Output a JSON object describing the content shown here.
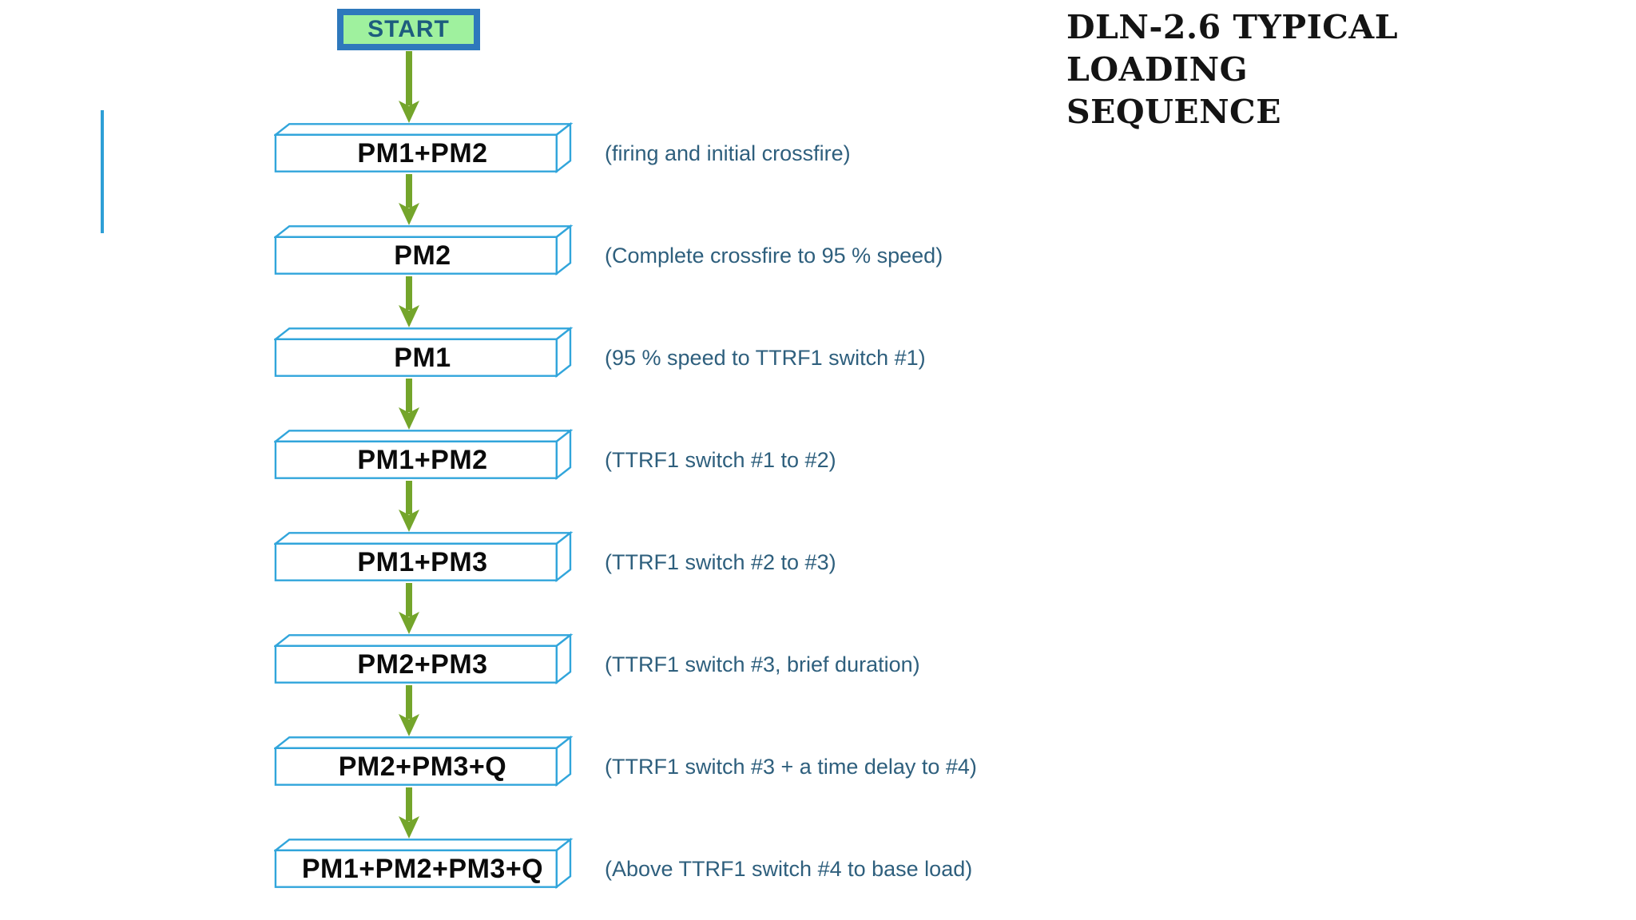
{
  "slide": {
    "title_lines": [
      "DLN-2.6 TYPICAL",
      "LOADING",
      "SEQUENCE"
    ]
  },
  "flowchart": {
    "start_label": "START",
    "steps": [
      {
        "box": "PM1+PM2",
        "note": "(firing and initial crossfire)"
      },
      {
        "box": "PM2",
        "note": "(Complete crossfire to 95 % speed)"
      },
      {
        "box": "PM1",
        "note": "(95 % speed to TTRF1 switch #1)"
      },
      {
        "box": "PM1+PM2",
        "note": "(TTRF1 switch #1 to #2)"
      },
      {
        "box": "PM1+PM3",
        "note": "(TTRF1 switch #2 to #3)"
      },
      {
        "box": "PM2+PM3",
        "note": "(TTRF1 switch #3, brief duration)"
      },
      {
        "box": "PM2+PM3+Q",
        "note": "(TTRF1 switch #3 + a time delay to #4)"
      },
      {
        "box": "PM1+PM2+PM3+Q",
        "note": "(Above TTRF1 switch #4 to base load)"
      }
    ]
  },
  "colors": {
    "background": "#FFFFFF",
    "box_border": "#31A5DB",
    "box_fill": "#FFFFFF",
    "box_text": "#0B0B0B",
    "note_text": "#2E5F7D",
    "arrow_green": "#74A52B",
    "start_fill": "#9FF19E",
    "start_border": "#2E78BC",
    "start_text": "#1D5C7E",
    "accent_line": "#2E9FD6",
    "title_text": "#141414"
  }
}
